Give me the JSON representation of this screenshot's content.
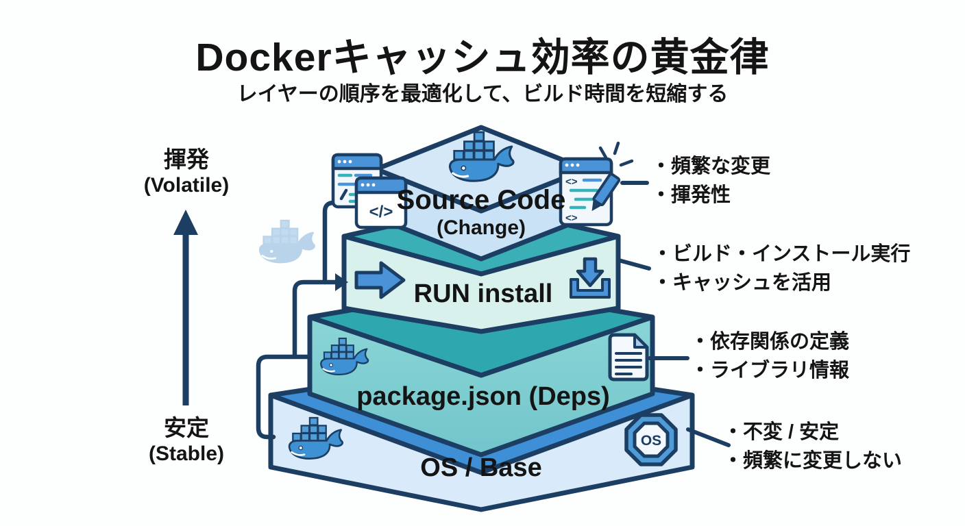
{
  "title": "Dockerキャッシュ効率の黄金律",
  "subtitle": "レイヤーの順序を最適化して、ビルド時間を短縮する",
  "axis": {
    "volatile_ja": "揮発",
    "volatile_en": "(Volatile)",
    "stable_ja": "安定",
    "stable_en": "(Stable)"
  },
  "layers": [
    {
      "label": "Source Code",
      "sublabel": "(Change)",
      "notes": [
        "・頻繁な変更",
        "・揮発性"
      ]
    },
    {
      "label": "RUN install",
      "notes": [
        "・ビルド・インストール実行",
        "・キャッシュを活用"
      ]
    },
    {
      "label": "package.json (Deps)",
      "notes": [
        "・依存関係の定義",
        "・ライブラリ情報"
      ]
    },
    {
      "label": "OS / Base",
      "notes": [
        "・不変 / 安定",
        "・頻繁に変更しない"
      ]
    }
  ],
  "icons": {
    "code_tag": "</>",
    "editor_tag_top": "<>",
    "editor_tag_bottom": "<>",
    "os_badge": "OS"
  },
  "colors": {
    "outline": "#1d3e63",
    "icon_blue": "#4a93d8",
    "tier1_top": "#d4e8f8",
    "tier1_front": "#c9e2f6",
    "tier2_top": "#3bafb6",
    "tier2_front": "#d8f1ec",
    "tier3_top": "#2fa7ae",
    "tier3_front": "#7dccd1",
    "tier4_top": "#3e8fd6",
    "tier4_front": "#d9eafa",
    "whale_body": "#3e92d4",
    "watermark": "#b9d4ea",
    "text": "#141414"
  }
}
